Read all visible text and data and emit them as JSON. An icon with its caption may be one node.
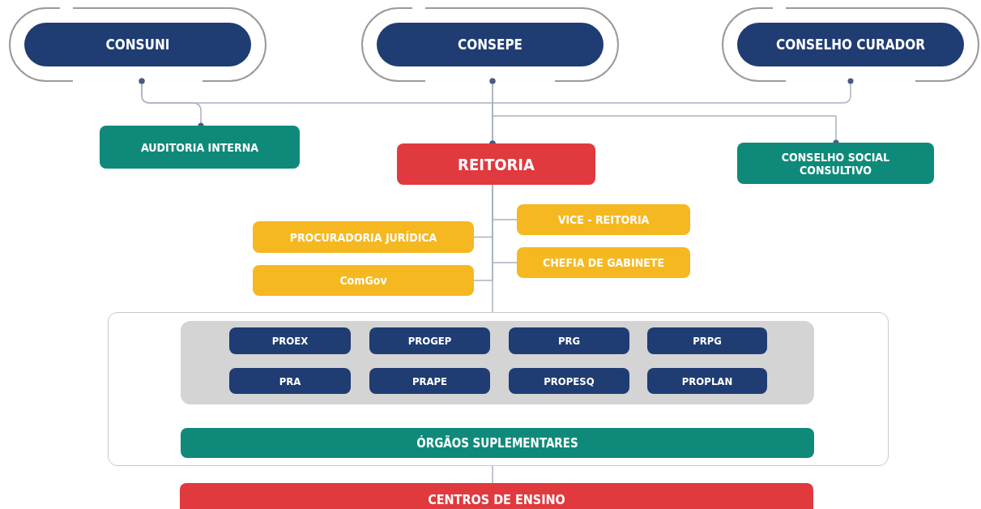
{
  "diagram": {
    "nodes": [
      {
        "text": [
          "CONSUNI"
        ]
      },
      {
        "text": [
          "CONSEPE"
        ]
      },
      {
        "text": [
          "CONSELHO CURADOR"
        ]
      },
      {
        "text": [
          "AUDITORIA INTERNA"
        ]
      },
      {
        "text": [
          "REITORIA"
        ]
      },
      {
        "text": [
          "CONSELHO SOCIAL CONSULTIVO"
        ]
      },
      {
        "text": [
          "VICE - REITORIA"
        ]
      },
      {
        "text": [
          "PROCURADORIA JURÍDICA"
        ]
      },
      {
        "text": [
          "CHEFIA DE GABINETE"
        ]
      },
      {
        "text": [
          "ComGov"
        ]
      },
      {
        "text": [],
        "shape": "box"
      },
      {
        "text": [],
        "shape": "box",
        "in": 10
      },
      {
        "text": [
          "PROEX"
        ],
        "in": 11
      },
      {
        "text": [
          "PROGEP"
        ],
        "in": 11
      },
      {
        "text": [
          "PRG"
        ],
        "in": 11
      },
      {
        "text": [
          "PRPG"
        ],
        "in": 11
      },
      {
        "text": [
          "PRA"
        ],
        "in": 11
      },
      {
        "text": [
          "PRAPE"
        ],
        "in": 11
      },
      {
        "text": [
          "PROPESQ"
        ],
        "in": 11
      },
      {
        "text": [
          "PROPLAN"
        ],
        "in": 11
      },
      {
        "text": [
          "ÓRGÃOS SUPLEMENTARES"
        ],
        "in": 10
      },
      {
        "text": [
          "CENTROS DE ENSINO"
        ]
      }
    ],
    "edges": [
      {
        "from": 0,
        "to": 3,
        "arrow": "other"
      },
      {
        "from": 1,
        "to": 4,
        "arrow": "other"
      },
      {
        "from": 2,
        "to": 4,
        "arrow": "other"
      },
      {
        "from": 0,
        "to": 4,
        "arrow": "other"
      },
      {
        "from": 1,
        "to": 5,
        "arrow": "other"
      },
      {
        "from": 4,
        "to": 6,
        "arrow": "none"
      },
      {
        "from": 4,
        "to": 7,
        "arrow": "none"
      },
      {
        "from": 4,
        "to": 8,
        "arrow": "none"
      },
      {
        "from": 4,
        "to": 9,
        "arrow": "none"
      },
      {
        "from": 4,
        "to": 10,
        "arrow": "none"
      },
      {
        "from": 10,
        "to": 21,
        "arrow": "none"
      }
    ]
  }
}
